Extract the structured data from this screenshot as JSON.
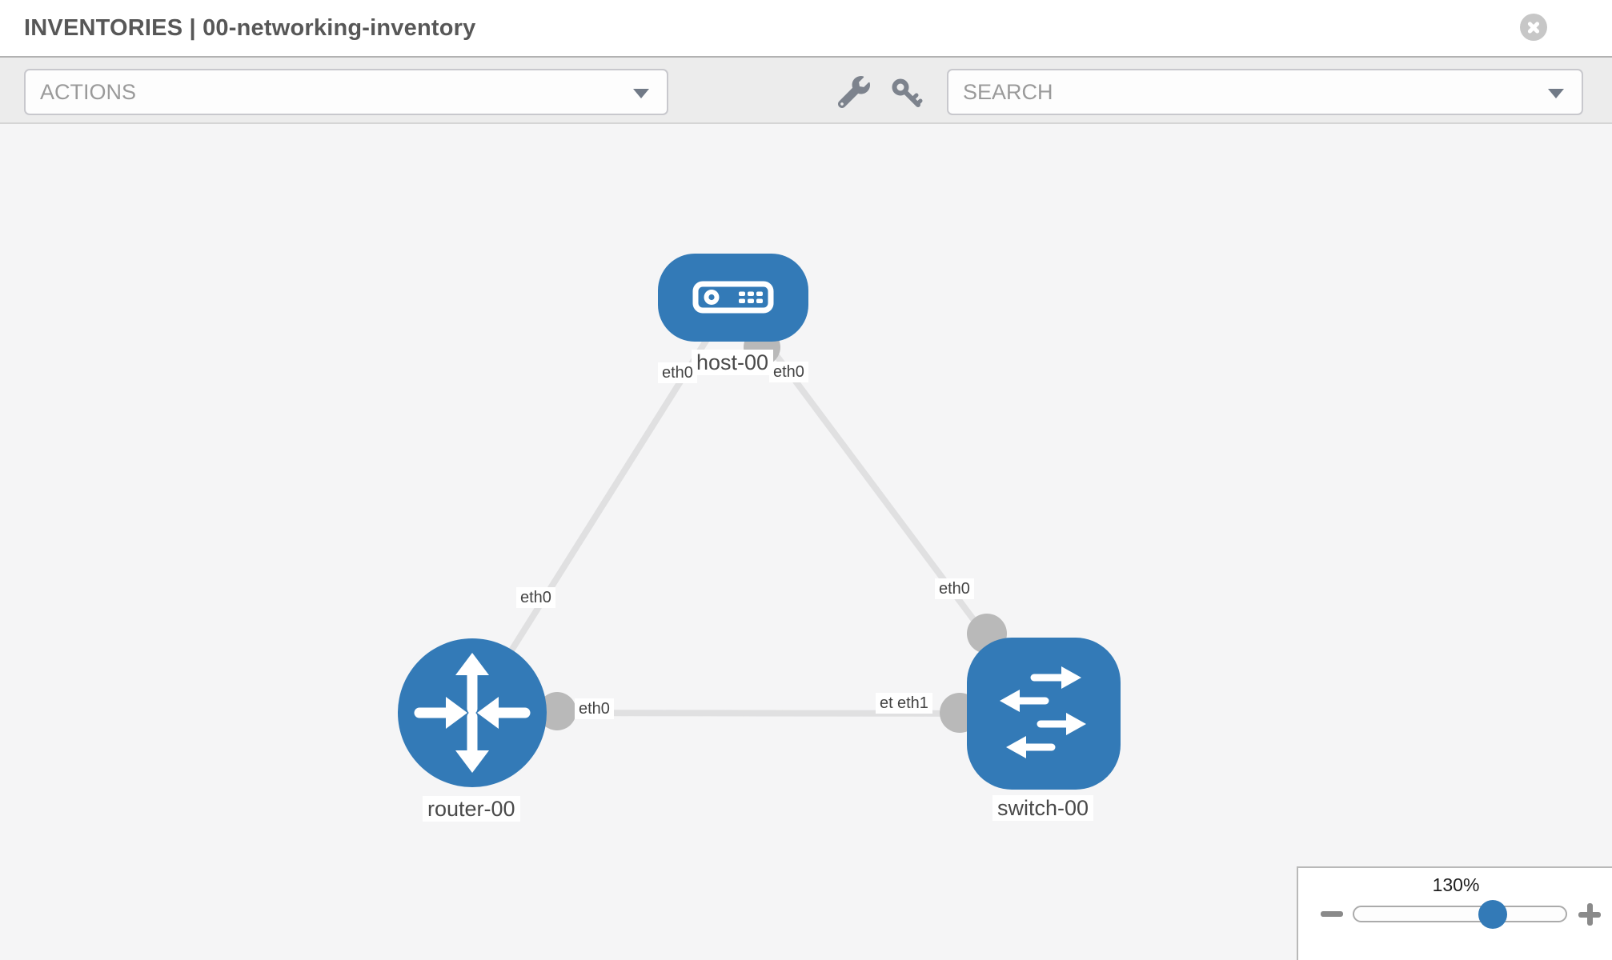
{
  "header": {
    "title": "INVENTORIES | 00-networking-inventory"
  },
  "toolbar": {
    "actions": {
      "placeholder": "ACTIONS"
    },
    "search": {
      "placeholder": "SEARCH"
    }
  },
  "icons": {
    "close": "x-circle",
    "wrench": "wrench",
    "key": "key",
    "actions_caret": "caret-down",
    "search_caret": "caret-down",
    "zoom_out": "minus",
    "zoom_in": "plus"
  },
  "colors": {
    "node_blue": "#337ab7",
    "link_gray": "#e0e0e1",
    "port_gray": "#b9b9b9",
    "toolbar_bg": "#ececec",
    "canvas_bg": "#f5f5f6"
  },
  "topology": {
    "nodes": [
      {
        "id": "host-00",
        "type": "host",
        "label": "host-00"
      },
      {
        "id": "router-00",
        "type": "router",
        "label": "router-00"
      },
      {
        "id": "switch-00",
        "type": "switch",
        "label": "switch-00"
      }
    ],
    "links": [
      {
        "from": "host-00",
        "to": "router-00",
        "from_port": "eth0",
        "to_port": "eth0"
      },
      {
        "from": "host-00",
        "to": "switch-00",
        "from_port": "eth0",
        "to_port": "eth0"
      },
      {
        "from": "router-00",
        "to": "switch-00",
        "from_port": "eth0",
        "to_port": "eth1"
      }
    ],
    "port_labels": {
      "host_left": "eth0",
      "host_right": "eth0",
      "router_top": "eth0",
      "switch_top": "eth0",
      "router_right": "eth0",
      "switch_left_back": "eth0",
      "switch_left_front": "eth1"
    }
  },
  "zoom_control": {
    "level": "130%"
  }
}
